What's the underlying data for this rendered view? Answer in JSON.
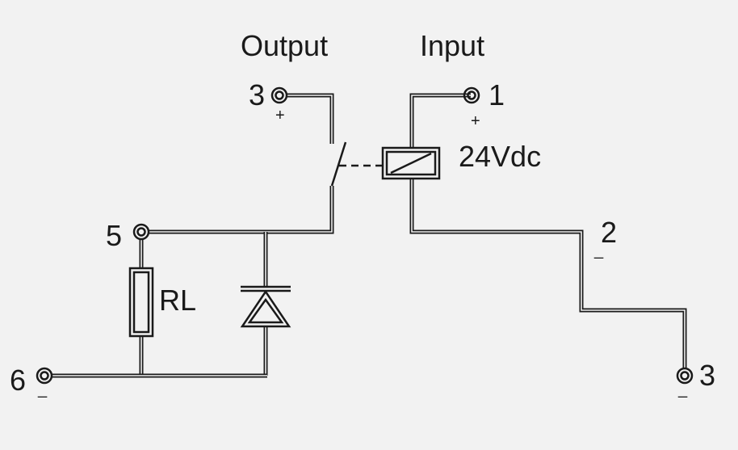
{
  "diagram": {
    "output_label": "Output",
    "input_label": "Input",
    "voltage_label": "24Vdc",
    "load_label": "RL",
    "terminals": {
      "out_plus": {
        "number": "3",
        "sign": "+"
      },
      "in_plus": {
        "number": "1",
        "sign": "+"
      },
      "in_minus": {
        "number": "2",
        "sign": "_"
      },
      "out_5": {
        "number": "5"
      },
      "out_6": {
        "number": "6",
        "sign": "_"
      },
      "in_3": {
        "number": "3",
        "sign": "_"
      }
    }
  }
}
